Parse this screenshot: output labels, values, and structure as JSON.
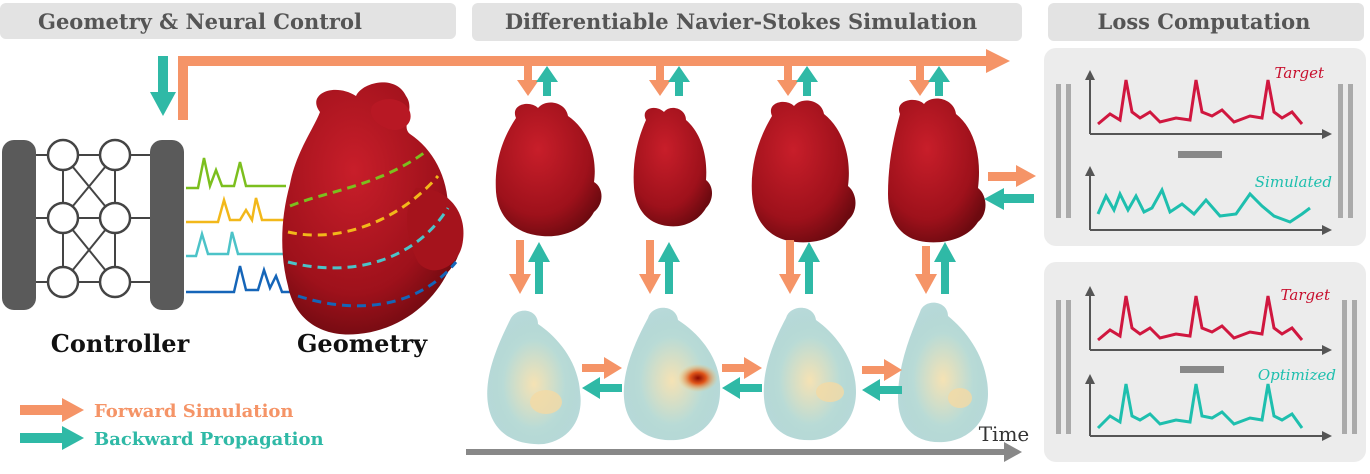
{
  "headers": {
    "geometry_control": "Geometry & Neural Control",
    "simulation": "Differentiable Navier-Stokes Simulation",
    "loss": "Loss Computation"
  },
  "labels": {
    "controller": "Controller",
    "geometry": "Geometry",
    "time": "Time"
  },
  "legend": {
    "forward": "Forward Simulation",
    "backward": "Backward Propagation"
  },
  "loss_panels": {
    "top": {
      "target": "Target",
      "compare": "Simulated"
    },
    "bottom": {
      "target": "Target",
      "compare": "Optimized"
    }
  },
  "colors": {
    "forward": "#f59467",
    "backward": "#2fb9a6",
    "heart": "#a3141d",
    "target_curve": "#d0173f",
    "compare_curve": "#1ebfae",
    "header_bg": "#e3e3e3",
    "panel_bg": "#ececec",
    "controller_dark": "#555555",
    "signal_green": "#7cbf1e",
    "signal_yellow": "#f2b81a",
    "signal_cyan": "#4cc3c8",
    "signal_blue": "#1565b8"
  }
}
